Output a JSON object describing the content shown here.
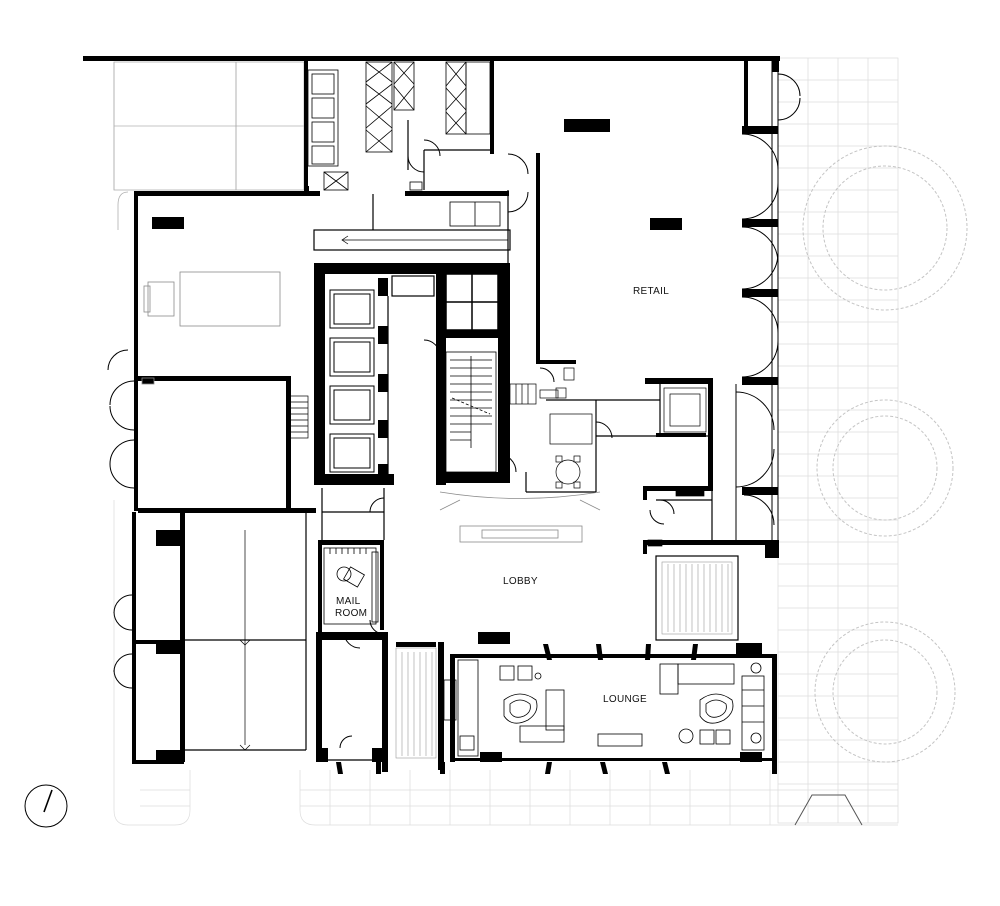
{
  "labels": {
    "retail": "RETAIL",
    "lobby": "LOBBY",
    "mail_room_line1": "MAIL",
    "mail_room_line2": "ROOM",
    "lounge": "LOUNGE"
  },
  "icons": {
    "north_arrow": "north-arrow-icon"
  },
  "colors": {
    "wall": "#000000",
    "fine_line": "#9a9a9a",
    "paving": "#d6d6d6",
    "tree": "#c8c8c8",
    "background": "#ffffff"
  }
}
